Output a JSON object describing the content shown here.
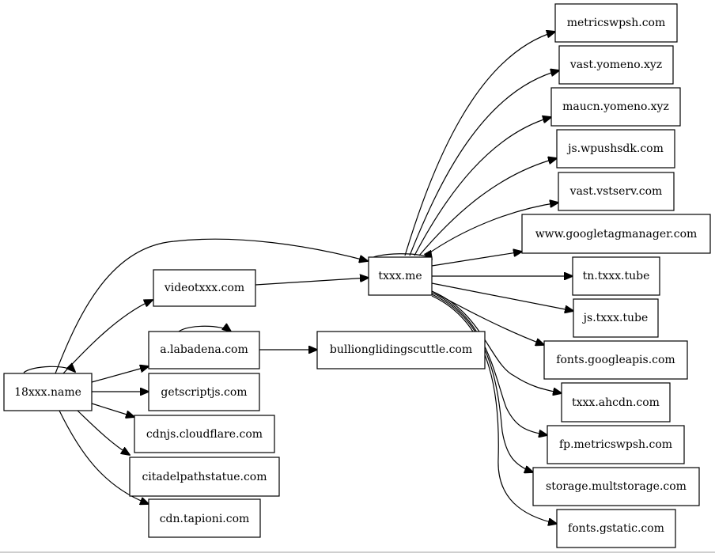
{
  "graph": {
    "nodes": [
      {
        "id": "18xxx.name",
        "label": "18xxx.name"
      },
      {
        "id": "videotxxx.com",
        "label": "videotxxx.com"
      },
      {
        "id": "a.labadena.com",
        "label": "a.labadena.com"
      },
      {
        "id": "getscriptjs.com",
        "label": "getscriptjs.com"
      },
      {
        "id": "cdnjs.cloudflare.com",
        "label": "cdnjs.cloudflare.com"
      },
      {
        "id": "citadelpathstatue.com",
        "label": "citadelpathstatue.com"
      },
      {
        "id": "cdn.tapioni.com",
        "label": "cdn.tapioni.com"
      },
      {
        "id": "bullionglidingscuttle.com",
        "label": "bullionglidingscuttle.com"
      },
      {
        "id": "txxx.me",
        "label": "txxx.me"
      },
      {
        "id": "metricswpsh.com",
        "label": "metricswpsh.com"
      },
      {
        "id": "vast.yomeno.xyz",
        "label": "vast.yomeno.xyz"
      },
      {
        "id": "maucn.yomeno.xyz",
        "label": "maucn.yomeno.xyz"
      },
      {
        "id": "js.wpushsdk.com",
        "label": "js.wpushsdk.com"
      },
      {
        "id": "vast.vstserv.com",
        "label": "vast.vstserv.com"
      },
      {
        "id": "www.googletagmanager.com",
        "label": "www.googletagmanager.com"
      },
      {
        "id": "tn.txxx.tube",
        "label": "tn.txxx.tube"
      },
      {
        "id": "js.txxx.tube",
        "label": "js.txxx.tube"
      },
      {
        "id": "fonts.googleapis.com",
        "label": "fonts.googleapis.com"
      },
      {
        "id": "txxx.ahcdn.com",
        "label": "txxx.ahcdn.com"
      },
      {
        "id": "fp.metricswpsh.com",
        "label": "fp.metricswpsh.com"
      },
      {
        "id": "storage.multstorage.com",
        "label": "storage.multstorage.com"
      },
      {
        "id": "fonts.gstatic.com",
        "label": "fonts.gstatic.com"
      }
    ],
    "edges": [
      {
        "from": "18xxx.name",
        "to": "18xxx.name"
      },
      {
        "from": "18xxx.name",
        "to": "txxx.me"
      },
      {
        "from": "18xxx.name",
        "to": "videotxxx.com"
      },
      {
        "from": "18xxx.name",
        "to": "a.labadena.com"
      },
      {
        "from": "18xxx.name",
        "to": "getscriptjs.com"
      },
      {
        "from": "18xxx.name",
        "to": "cdnjs.cloudflare.com"
      },
      {
        "from": "18xxx.name",
        "to": "citadelpathstatue.com"
      },
      {
        "from": "18xxx.name",
        "to": "cdn.tapioni.com"
      },
      {
        "from": "videotxxx.com",
        "to": "txxx.me"
      },
      {
        "from": "a.labadena.com",
        "to": "a.labadena.com"
      },
      {
        "from": "a.labadena.com",
        "to": "bullionglidingscuttle.com"
      },
      {
        "from": "txxx.me",
        "to": "txxx.me"
      },
      {
        "from": "txxx.me",
        "to": "metricswpsh.com"
      },
      {
        "from": "txxx.me",
        "to": "vast.yomeno.xyz"
      },
      {
        "from": "txxx.me",
        "to": "maucn.yomeno.xyz"
      },
      {
        "from": "txxx.me",
        "to": "js.wpushsdk.com"
      },
      {
        "from": "txxx.me",
        "to": "vast.vstserv.com"
      },
      {
        "from": "txxx.me",
        "to": "www.googletagmanager.com"
      },
      {
        "from": "txxx.me",
        "to": "tn.txxx.tube"
      },
      {
        "from": "txxx.me",
        "to": "js.txxx.tube"
      },
      {
        "from": "txxx.me",
        "to": "fonts.googleapis.com"
      },
      {
        "from": "txxx.me",
        "to": "txxx.ahcdn.com"
      },
      {
        "from": "txxx.me",
        "to": "fp.metricswpsh.com"
      },
      {
        "from": "txxx.me",
        "to": "storage.multstorage.com"
      },
      {
        "from": "txxx.me",
        "to": "fonts.gstatic.com"
      }
    ]
  }
}
